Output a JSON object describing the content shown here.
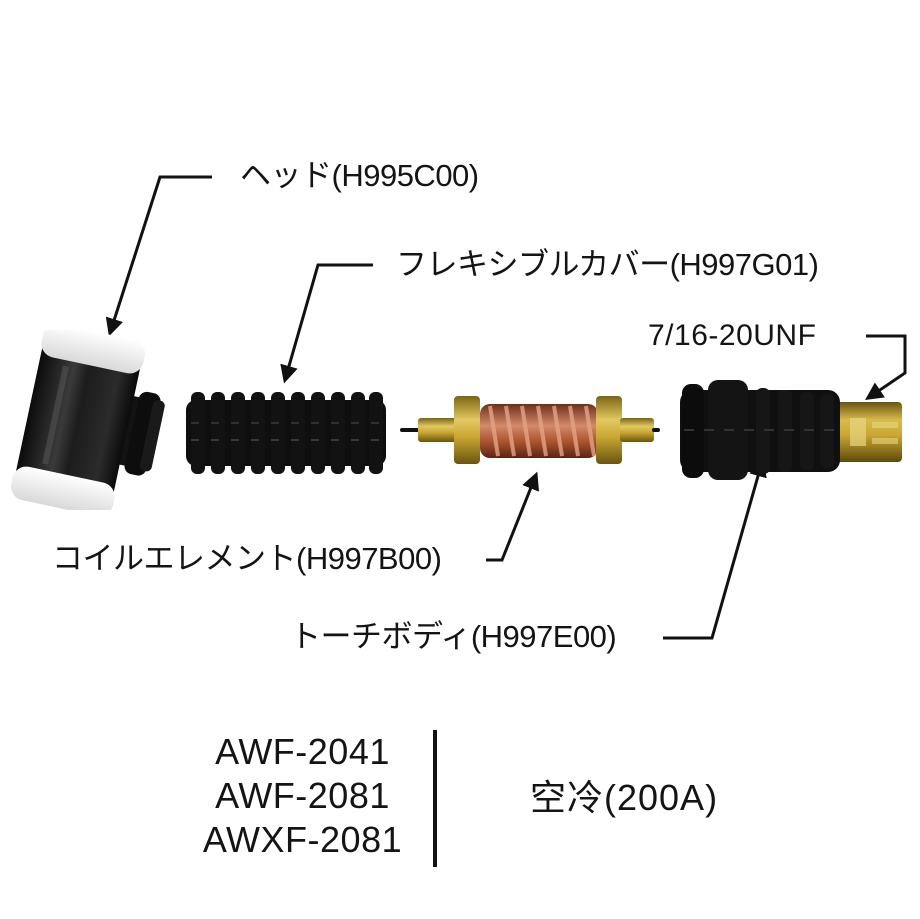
{
  "diagram": {
    "type": "exploded-parts-diagram",
    "subject": "TIG torch head assembly"
  },
  "parts": [
    {
      "id": "head",
      "name": "ヘッド",
      "code": "H995C00",
      "label": "ヘッド(H995C00)",
      "color": "#1a1a1a",
      "accent": "#f2f2f2"
    },
    {
      "id": "flexible-cover",
      "name": "フレキシブルカバー",
      "code": "H997G01",
      "label": "フレキシブルカバー(H997G01)",
      "color": "#0f0f0f"
    },
    {
      "id": "coil-element",
      "name": "コイルエレメント",
      "code": "H997B00",
      "label": "コイルエレメント(H997B00)",
      "color": "#b5603a",
      "accent": "#c9a733"
    },
    {
      "id": "torch-body",
      "name": "トーチボディ",
      "code": "H997E00",
      "label": "トーチボディ(H997E00)",
      "color": "#111111",
      "accent": "#c8a52e"
    }
  ],
  "thread_spec": {
    "label": "7/16-20UNF"
  },
  "applicable_models": {
    "models": [
      "AWF-2041",
      "AWF-2081",
      "AWXF-2081"
    ],
    "cooling": "空冷(200A)"
  },
  "colors": {
    "background": "#ffffff",
    "text": "#141414",
    "rubber_black": "#121212",
    "brass": "#c9a733",
    "copper": "#b5603a",
    "insulator_white": "#f0f0f0"
  }
}
